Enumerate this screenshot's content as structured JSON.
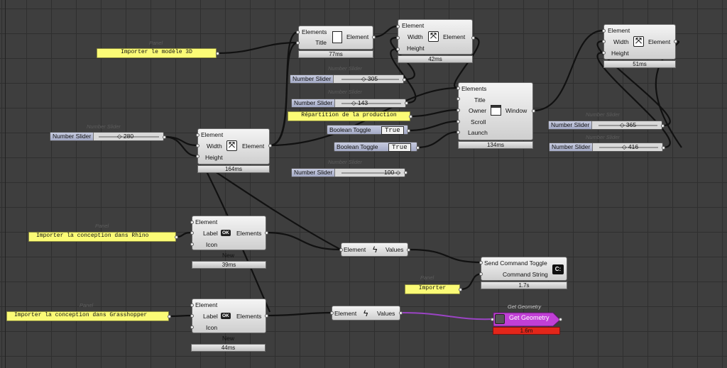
{
  "components": {
    "import_model": {
      "panel_label": "Panel",
      "text": "Importer le modèle 3D"
    },
    "title_element": {
      "inputs": [
        "Elements",
        "Title"
      ],
      "output": "Element",
      "timing": "77ms"
    },
    "size_element_top": {
      "inputs": [
        "Element",
        "Width",
        "Height"
      ],
      "output": "Element",
      "timing": "42ms"
    },
    "size_element_right": {
      "inputs": [
        "Element",
        "Width",
        "Height"
      ],
      "output": "Element",
      "timing": "51ms"
    },
    "size_element_left": {
      "inputs": [
        "Element",
        "Width",
        "Height"
      ],
      "output": "Element",
      "timing": "164ms"
    },
    "window": {
      "inputs": [
        "Elements",
        "Title",
        "Owner",
        "Scroll",
        "Launch"
      ],
      "output": "Window",
      "timing": "134ms"
    },
    "slider_305": {
      "ghost": "Number Slider",
      "name": "Number Slider",
      "value": "305"
    },
    "slider_143": {
      "ghost": "Number Slider",
      "name": "Number Slider",
      "value": "143"
    },
    "slider_280": {
      "ghost": "Number Slider",
      "name": "Number Slider",
      "value": "280"
    },
    "slider_100": {
      "ghost": "Number Slider",
      "name": "Number Slider",
      "value": "100"
    },
    "slider_365": {
      "ghost": "Number Slider",
      "name": "Number Slider",
      "value": "365"
    },
    "slider_416": {
      "ghost": "Number Slider",
      "name": "Number Slider",
      "value": "416"
    },
    "production_panel": {
      "text": "Répartition de la production"
    },
    "toggle_1": {
      "name": "Boolean Toggle",
      "value": "True"
    },
    "toggle_2": {
      "name": "Boolean Toggle",
      "value": "True"
    },
    "button_rhino": {
      "inputs": [
        "Element",
        "Label",
        "Icon"
      ],
      "output": "Elements",
      "icon_text": "OK",
      "caption": "New",
      "timing": "39ms"
    },
    "button_gh": {
      "inputs": [
        "Element",
        "Label",
        "Icon"
      ],
      "output": "Elements",
      "icon_text": "OK",
      "caption": "New",
      "timing": "44ms"
    },
    "panel_rhino": {
      "panel_label": "Panel",
      "text": "Importer la conception dans Rhino"
    },
    "panel_gh": {
      "panel_label": "Panel",
      "text": "Importer la conception dans Grasshopper"
    },
    "values_1": {
      "input": "Element",
      "output": "Values"
    },
    "values_2": {
      "input": "Element",
      "output": "Values"
    },
    "send_command": {
      "inputs": [
        "Send Command Toggle",
        "Command String"
      ],
      "icon_text": "C:",
      "timing": "1.7s"
    },
    "panel_importer": {
      "panel_label": "Panel",
      "text": "Importer"
    },
    "get_geometry": {
      "title": "Get Geometry",
      "name": "Get Geometry",
      "timing": "1.6m",
      "color": "#c13fd6"
    }
  },
  "colors": {
    "canvas": "#3e3e3e",
    "panel": "#fbfb76",
    "wire": "#111111",
    "wire_selected": "#9b44c4",
    "error_bar": "#e3261a"
  }
}
